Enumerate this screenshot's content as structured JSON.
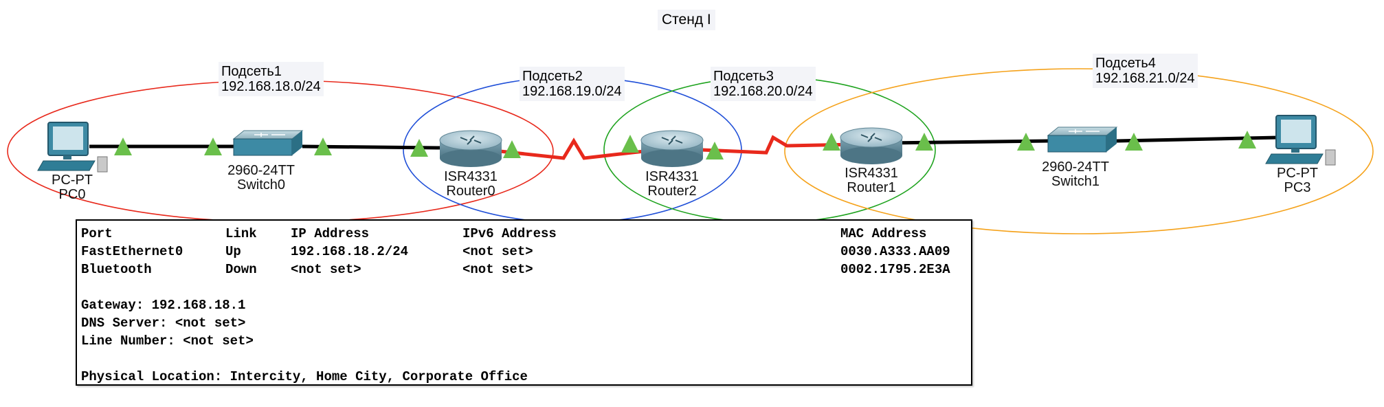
{
  "title": "Стенд I",
  "subnets": [
    {
      "name": "Подсеть1",
      "network": "192.168.18.0/24"
    },
    {
      "name": "Подсеть2",
      "network": "192.168.19.0/24"
    },
    {
      "name": "Подсеть3",
      "network": "192.168.20.0/24"
    },
    {
      "name": "Подсеть4",
      "network": "192.168.21.0/24"
    }
  ],
  "devices": [
    {
      "model": "PC-PT",
      "name": "PC0"
    },
    {
      "model": "2960-24TT",
      "name": "Switch0"
    },
    {
      "model": "ISR4331",
      "name": "Router0"
    },
    {
      "model": "ISR4331",
      "name": "Router2"
    },
    {
      "model": "ISR4331",
      "name": "Router1"
    },
    {
      "model": "2960-24TT",
      "name": "Switch1"
    },
    {
      "model": "PC-PT",
      "name": "PC3"
    }
  ],
  "colors": {
    "subnet1": "#e8291c",
    "subnet2": "#1f4fd8",
    "subnet3": "#1ea31e",
    "subnet4": "#f5a21b",
    "link_status": "#6abf4b",
    "serial_link": "#e8291c",
    "ethernet_link": "#000000"
  },
  "tooltip": {
    "headers": {
      "port": "Port",
      "link": "Link",
      "ip": "IP Address",
      "ipv6": "IPv6 Address",
      "mac": "MAC Address"
    },
    "rows": [
      {
        "port": "FastEthernet0",
        "link": "Up",
        "ip": "192.168.18.2/24",
        "ipv6": "<not set>",
        "mac": "0030.A333.AA09"
      },
      {
        "port": "Bluetooth",
        "link": "Down",
        "ip": "<not set>",
        "ipv6": "<not set>",
        "mac": "0002.1795.2E3A"
      }
    ],
    "gateway": "Gateway: 192.168.18.1",
    "dns": "DNS Server:  <not set>",
    "line_number": "Line Number:  <not set>",
    "location": "Physical Location: Intercity, Home City, Corporate Office"
  }
}
